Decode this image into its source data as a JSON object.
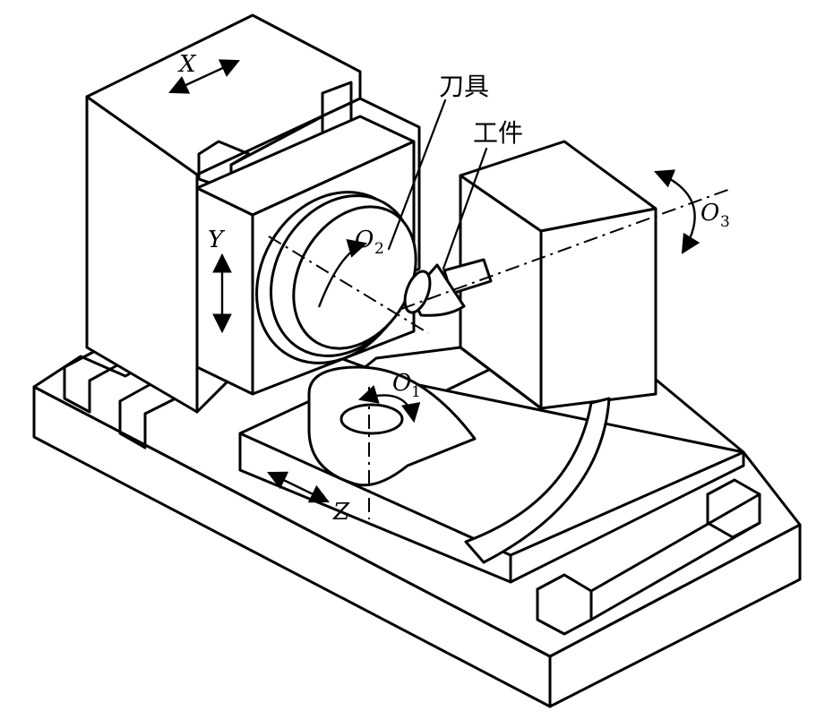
{
  "labels": {
    "x_axis": "X",
    "y_axis": "Y",
    "z_axis": "Z",
    "o1_main": "O",
    "o1_sub": "1",
    "o2_main": "O",
    "o2_sub": "2",
    "o3_main": "O",
    "o3_sub": "3",
    "tool": "刀具",
    "workpiece": "工件"
  }
}
